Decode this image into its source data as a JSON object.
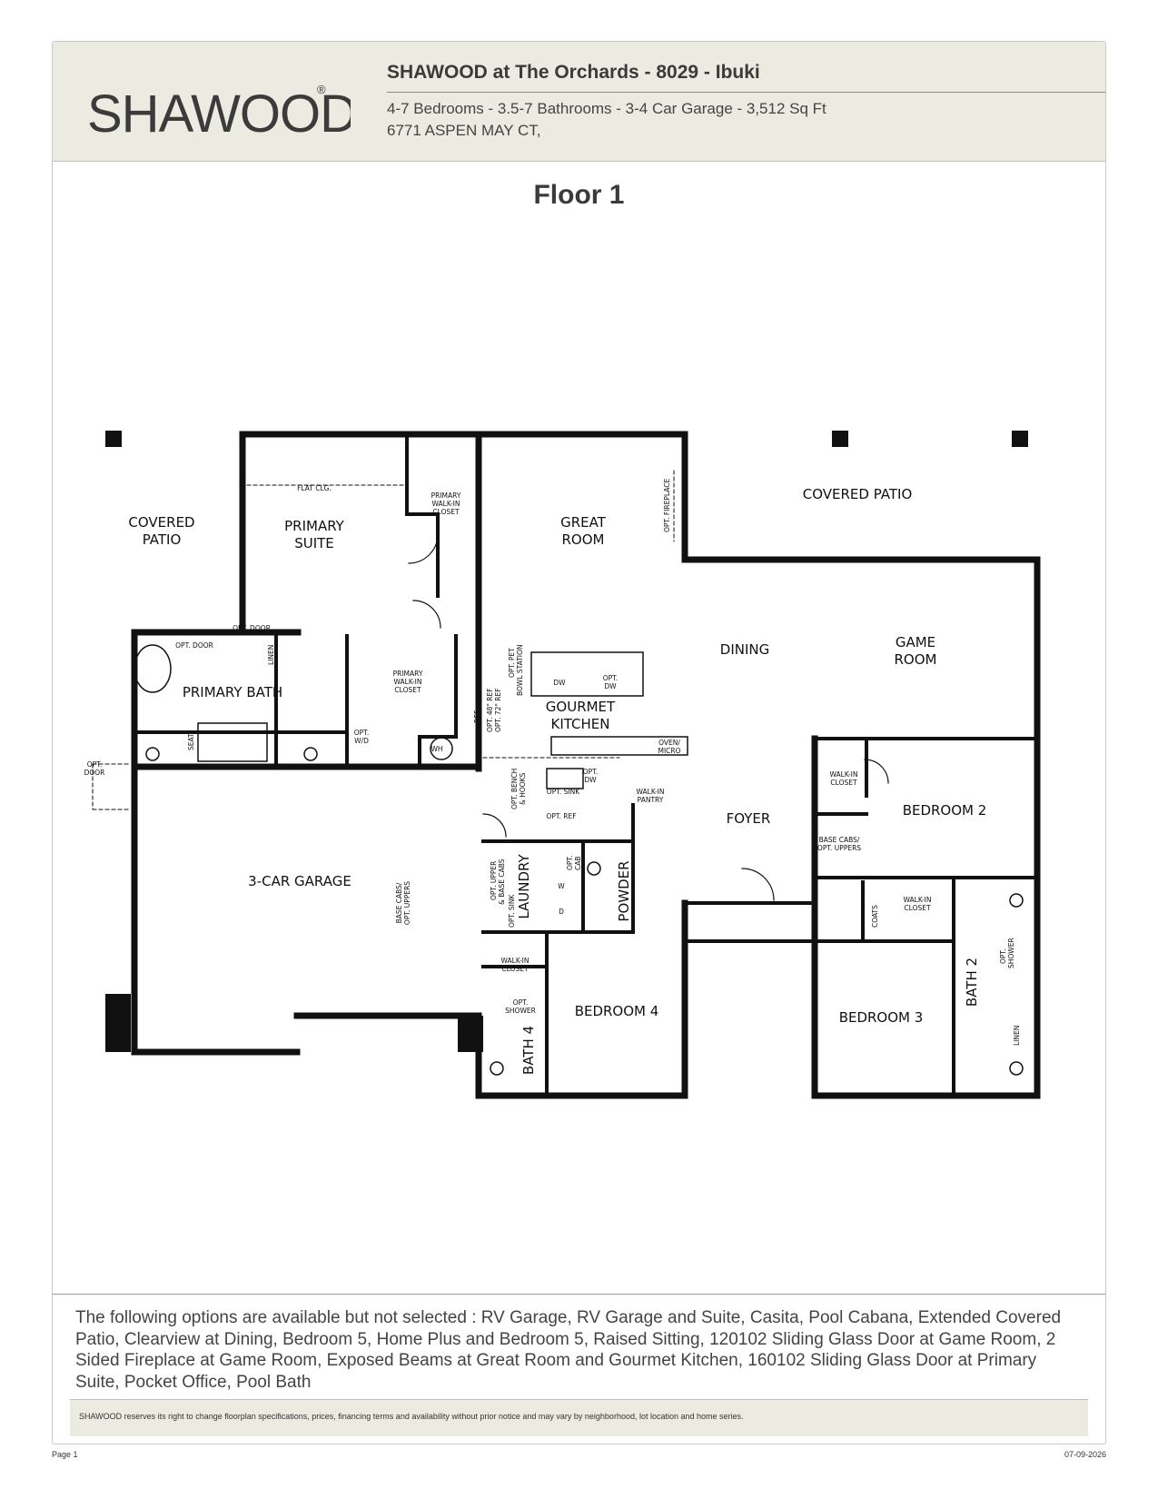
{
  "header": {
    "logo_text": "SHAWOOD",
    "logo_mark": "®",
    "title": "SHAWOOD at The Orchards - 8029 - Ibuki",
    "specs": "4-7 Bedrooms - 3.5-7 Bathrooms - 3-4 Car Garage - 3,512 Sq Ft",
    "address": "6771 ASPEN MAY CT,"
  },
  "floor_title": "Floor 1",
  "plan": {
    "covered_patio_left_1": "COVERED",
    "covered_patio_left_2": "PATIO",
    "covered_patio_right": "COVERED PATIO",
    "primary_suite_1": "PRIMARY",
    "primary_suite_2": "SUITE",
    "flat_clg": "FLAT CLG.",
    "primary_walkin_1": "PRIMARY",
    "primary_walkin_2": "WALK-IN",
    "primary_walkin_3": "CLOSET",
    "great_room_1": "GREAT",
    "great_room_2": "ROOM",
    "opt_fireplace": "OPT. FIREPLACE",
    "base_cabs_1": "BASE CABS/",
    "base_cabs_2": "OPT. UPPERS",
    "dining": "DINING",
    "game_room_1": "GAME",
    "game_room_2": "ROOM",
    "opt_door_1": "OPT. DOOR",
    "opt_door_2": "OPT. DOOR",
    "linen": "LINEN",
    "primary_bath": "PRIMARY BATH",
    "primary_walkin2_1": "PRIMARY",
    "primary_walkin2_2": "WALK-IN",
    "primary_walkin2_3": "CLOSET",
    "seat": "SEAT",
    "opt_wd_1": "OPT.",
    "opt_wd_2": "W/D",
    "wh": "WH",
    "ref": "REF",
    "opt_48_ref": "OPT. 48\" REF",
    "opt_72_ref": "OPT. 72\" REF",
    "opt_pet_1": "OPT. PET",
    "opt_pet_2": "BOWL STATION",
    "dw": "DW",
    "opt_dw_1": "OPT.",
    "opt_dw_2": "DW",
    "gourmet_kitchen_1": "GOURMET",
    "gourmet_kitchen_2": "KITCHEN",
    "oven_micro_1": "OVEN/",
    "oven_micro_2": "MICRO",
    "opt_door_side_1": "OPT.",
    "opt_door_side_2": "DOOR",
    "opt_bench_1": "OPT. BENCH",
    "opt_bench_2": "& HOOKS",
    "opt_sink": "OPT. SINK",
    "opt_dw2_1": "OPT.",
    "opt_dw2_2": "DW",
    "walkin_pantry_1": "WALK-IN",
    "walkin_pantry_2": "PANTRY",
    "opt_ref": "OPT. REF",
    "foyer": "FOYER",
    "walkin_closet_b2_1": "WALK-IN",
    "walkin_closet_b2_2": "CLOSET",
    "bedroom_2": "BEDROOM 2",
    "garage": "3-CAR GARAGE",
    "opt_upper_1": "OPT. UPPER",
    "opt_upper_2": "& BASE CABS",
    "opt_sink2": "OPT. SINK",
    "laundry": "LAUNDRY",
    "opt_cab_1": "OPT.",
    "opt_cab_2": "CAB",
    "w": "W",
    "d": "D",
    "powder": "POWDER",
    "base_cabs_b3_1": "BASE CABS/",
    "base_cabs_b3_2": "OPT. UPPERS",
    "coats": "COATS",
    "walkin_closet_b3_1": "WALK-IN",
    "walkin_closet_b3_2": "CLOSET",
    "opt_shower_bath2_1": "OPT.",
    "opt_shower_bath2_2": "SHOWER",
    "bath_2": "BATH 2",
    "linen_2": "LINEN",
    "bedroom_3": "BEDROOM 3",
    "walkin_closet_b4_1": "WALK-IN",
    "walkin_closet_b4_2": "CLOSET",
    "opt_shower_b4_1": "OPT.",
    "opt_shower_b4_2": "SHOWER",
    "bath_4": "BATH 4",
    "bedroom_4": "BEDROOM 4"
  },
  "options_text": "The following options are available but not selected : RV Garage, RV Garage and Suite, Casita, Pool Cabana, Extended Covered Patio, Clearview at Dining, Bedroom 5, Home Plus and Bedroom 5, Raised Sitting, 120102 Sliding Glass Door at Game Room, 2 Sided Fireplace at Game Room, Exposed Beams at Great Room and Gourmet Kitchen, 160102 Sliding Glass Door at Primary Suite, Pocket Office, Pool Bath",
  "disclaimer": "SHAWOOD reserves its right to change floorplan specifications, prices, financing terms and availability without prior notice and may vary by neighborhood, lot location and home series.",
  "footer": {
    "page": "Page 1",
    "date": "07-09-2026"
  }
}
